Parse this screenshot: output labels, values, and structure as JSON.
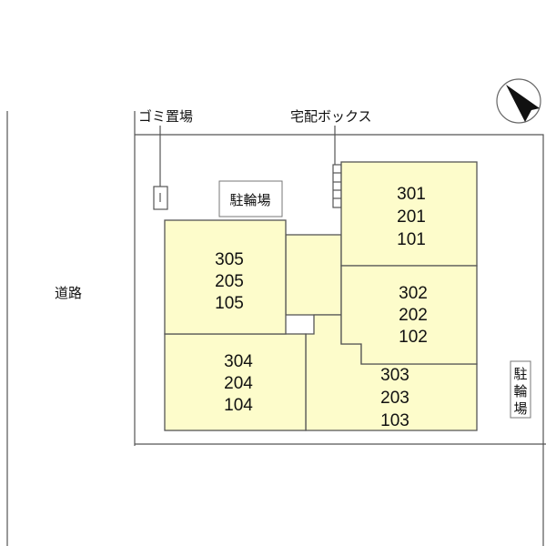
{
  "labels": {
    "road": "道路",
    "garbage": "ゴミ置場",
    "delivery_box": "宅配ボックス",
    "bicycle_top": "駐輪場",
    "bicycle_right": [
      "駐",
      "輪",
      "場"
    ]
  },
  "units": {
    "u301": [
      "301",
      "201",
      "101"
    ],
    "u302": [
      "302",
      "202",
      "102"
    ],
    "u303": [
      "303",
      "203",
      "103"
    ],
    "u304": [
      "304",
      "204",
      "104"
    ],
    "u305": [
      "305",
      "205",
      "105"
    ]
  },
  "compass": {
    "icon": "north-arrow-icon"
  },
  "colors": {
    "building_fill": "#fdfccb",
    "line": "#555555"
  }
}
